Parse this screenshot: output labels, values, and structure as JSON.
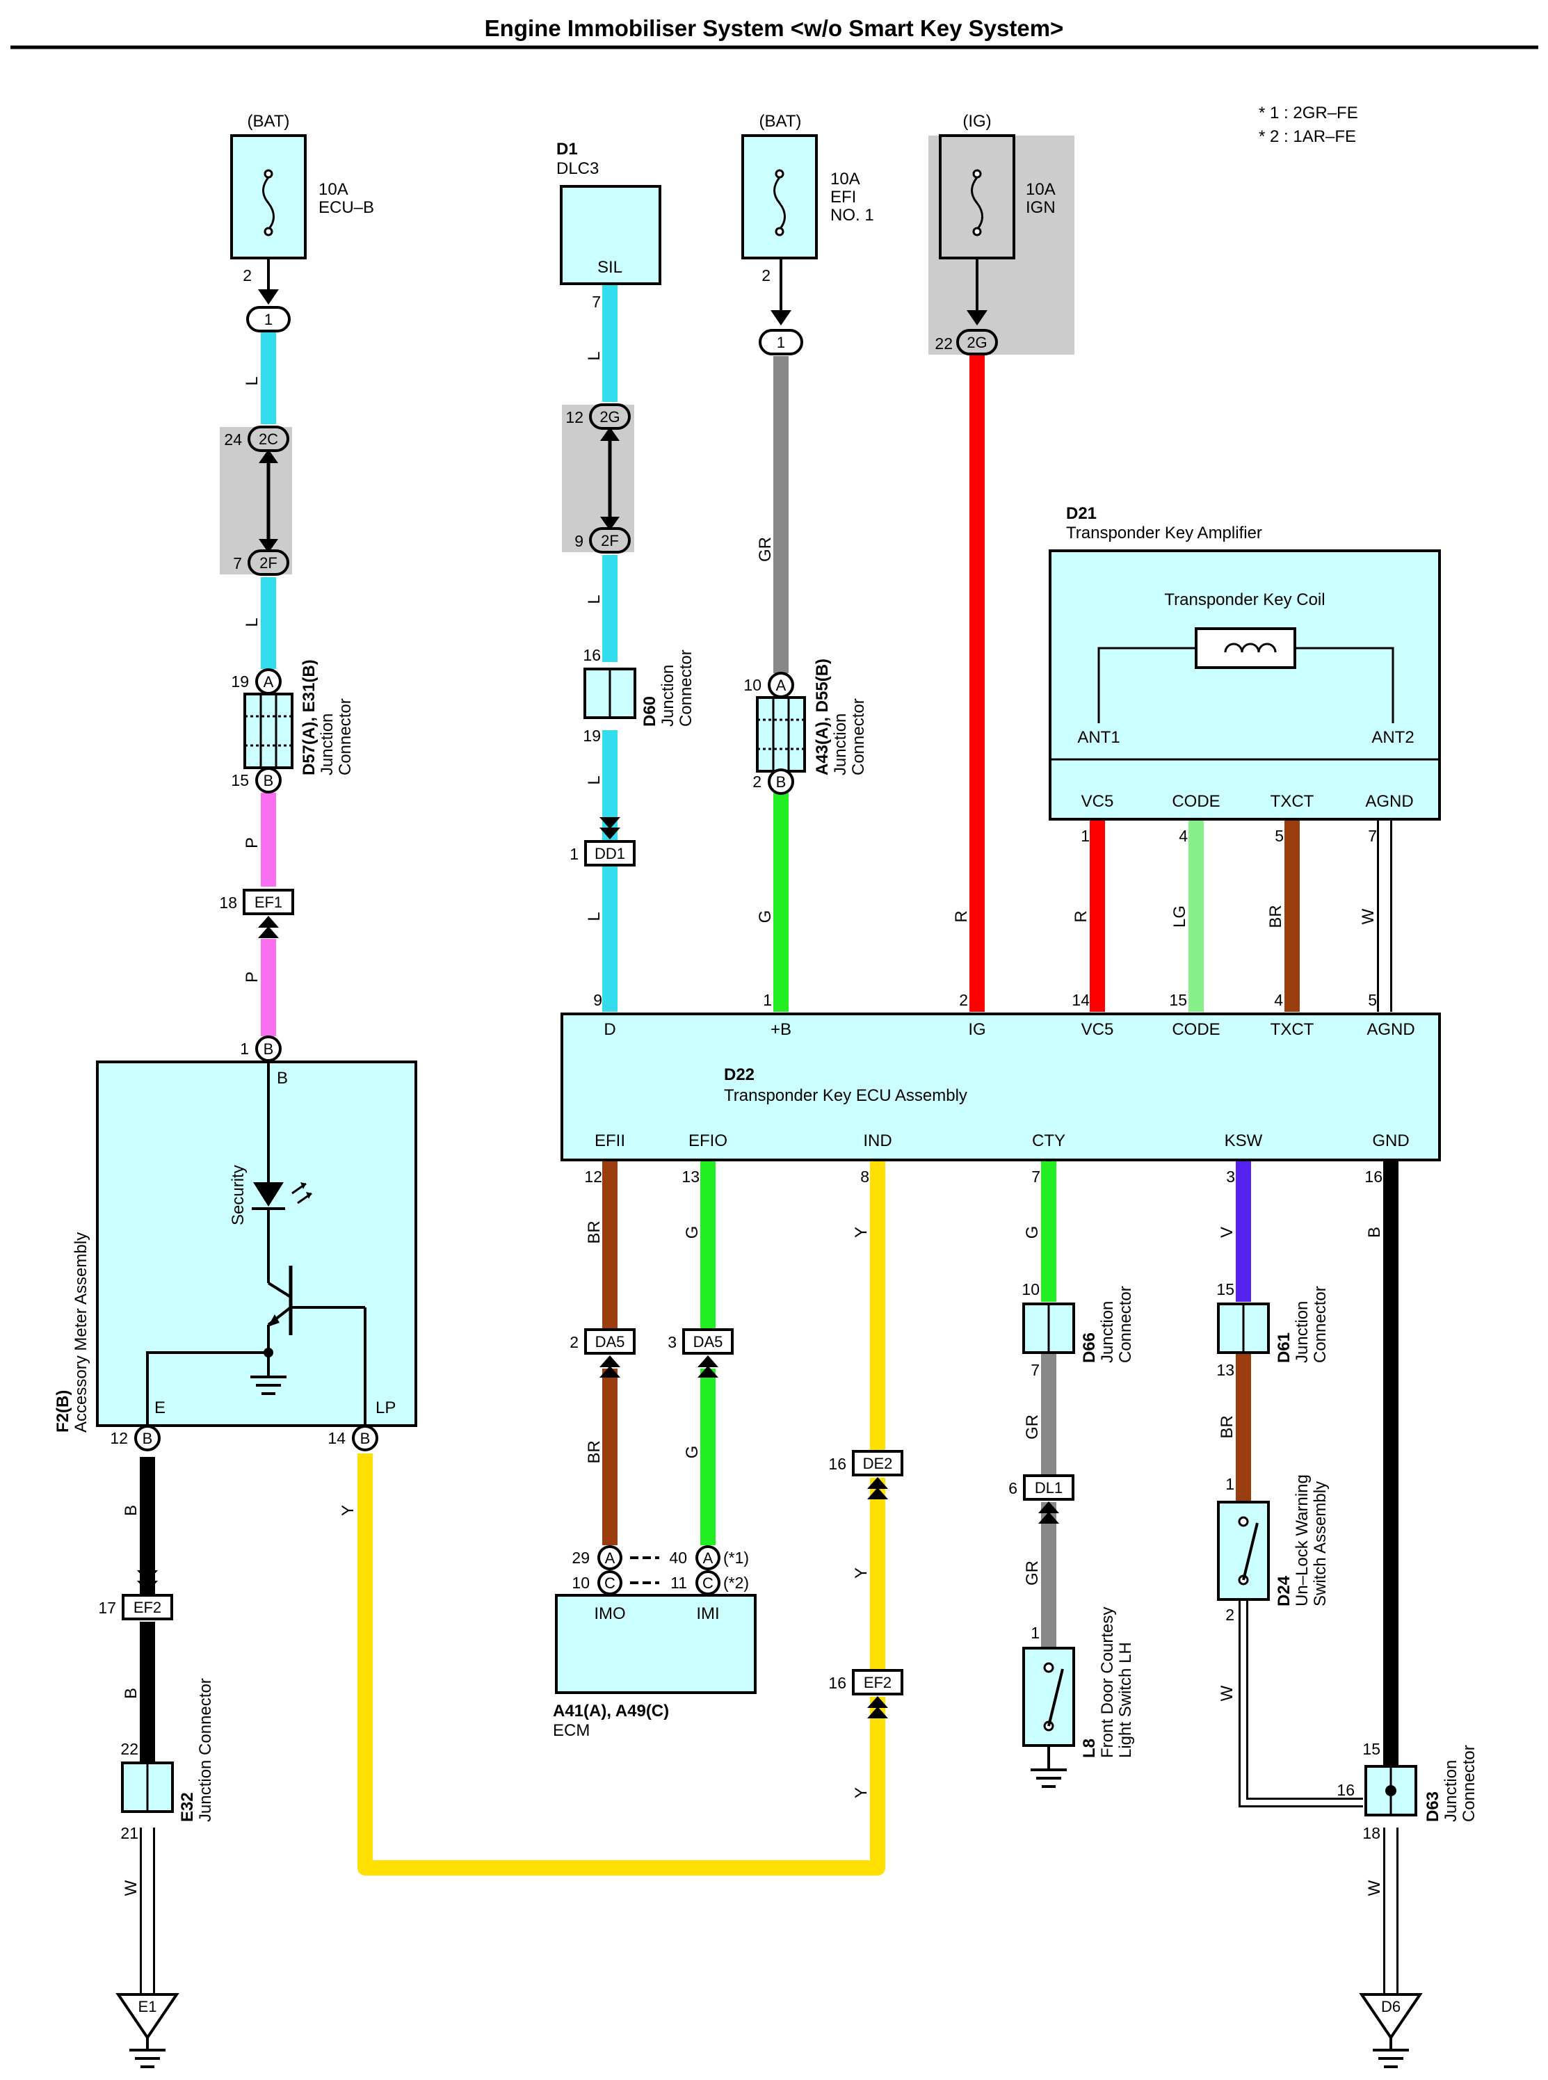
{
  "title": "Engine Immobiliser System <w/o Smart Key System>",
  "notes": [
    "* 1 : 2GR–FE",
    "* 2 : 1AR–FE"
  ],
  "colors": {
    "L": "#33ddee",
    "P": "#f870f0",
    "B": "#000000",
    "Y": "#ffe000",
    "GR": "#888888",
    "G": "#22ee22",
    "R": "#ff0000",
    "LG": "#88f088",
    "BR": "#9a3e10",
    "V": "#5522ee",
    "W": "#ffffff",
    "component": "#ccffff",
    "shade": "#cccccc"
  },
  "fuses": {
    "ecub": {
      "source": "(BAT)",
      "rating": "10A",
      "name": "ECU–B",
      "pin": "2"
    },
    "efi": {
      "source": "(BAT)",
      "rating": "10A",
      "name": "EFI",
      "name2": "NO. 1",
      "pin": "2"
    },
    "ign": {
      "source": "(IG)",
      "rating": "10A",
      "name": "IGN",
      "pin": "22"
    }
  },
  "dlc3": {
    "id": "D1",
    "name": "DLC3",
    "terminal": "SIL",
    "pin": "7"
  },
  "amplifier": {
    "id": "D21",
    "name": "Transponder Key Amplifier",
    "coil": "Transponder Key Coil",
    "ant1": "ANT1",
    "ant2": "ANT2",
    "terminals": [
      {
        "label": "VC5",
        "pin": "1"
      },
      {
        "label": "CODE",
        "pin": "4"
      },
      {
        "label": "TXCT",
        "pin": "5"
      },
      {
        "label": "AGND",
        "pin": "7"
      }
    ]
  },
  "ecu": {
    "id": "D22",
    "name": "Transponder Key ECU Assembly",
    "top": [
      {
        "label": "D",
        "pin": "9"
      },
      {
        "label": "+B",
        "pin": "1"
      },
      {
        "label": "IG",
        "pin": "2"
      },
      {
        "label": "VC5",
        "pin": "14"
      },
      {
        "label": "CODE",
        "pin": "15"
      },
      {
        "label": "TXCT",
        "pin": "4"
      },
      {
        "label": "AGND",
        "pin": "5"
      }
    ],
    "bottom": [
      {
        "label": "EFII",
        "pin": "12"
      },
      {
        "label": "EFIO",
        "pin": "13"
      },
      {
        "label": "IND",
        "pin": "8"
      },
      {
        "label": "CTY",
        "pin": "7"
      },
      {
        "label": "KSW",
        "pin": "3"
      },
      {
        "label": "GND",
        "pin": "16"
      }
    ]
  },
  "meter": {
    "id": "F2(B)",
    "name": "Accessory Meter Assembly",
    "led": "Security",
    "t_b": "B",
    "t_e": "E",
    "t_lp": "LP",
    "pin_b": "1",
    "pin_e": "12",
    "pin_lp": "14",
    "conn": "B"
  },
  "ecm": {
    "id": "A41(A), A49(C)",
    "name": "ECM",
    "imo": "IMO",
    "imi": "IMI",
    "pins": {
      "imo_a": "29",
      "imo_c": "10",
      "imi_a": "40",
      "imi_c": "11",
      "n1": "(*1)",
      "n2": "(*2)"
    }
  },
  "jcs": {
    "d57": {
      "id": "D57(A), E31(B)",
      "name1": "Junction",
      "name2": "Connector",
      "top": "19",
      "bottom": "15"
    },
    "d60": {
      "id": "D60",
      "name1": "Junction",
      "name2": "Connector",
      "top": "16",
      "bottom": "19"
    },
    "a43": {
      "id": "A43(A), D55(B)",
      "name1": "Junction",
      "name2": "Connector",
      "top": "10",
      "bottom": "2"
    },
    "d66": {
      "id": "D66",
      "name1": "Junction",
      "name2": "Connector",
      "top": "10",
      "bottom": "7"
    },
    "d61": {
      "id": "D61",
      "name1": "Junction",
      "name2": "Connector",
      "top": "15",
      "bottom": "13"
    },
    "e32": {
      "id": "E32",
      "name": "Junction Connector",
      "top": "22",
      "bottom": "21"
    },
    "d63": {
      "id": "D63",
      "name1": "Junction",
      "name2": "Connector",
      "top": "15",
      "side": "16",
      "bottom": "18"
    }
  },
  "switches": {
    "l8": {
      "id": "L8",
      "name1": "Front Door Courtesy",
      "name2": "Light Switch LH",
      "pin": "1"
    },
    "d24": {
      "id": "D24",
      "name1": "Un–Lock Warning",
      "name2": "Switch Assembly",
      "top": "1",
      "bottom": "2"
    }
  },
  "grounds": {
    "e1": "E1",
    "d6": "D6"
  },
  "connectors": {
    "c2c": {
      "label": "2C",
      "pin": "24"
    },
    "c2f_a": {
      "label": "2F",
      "pin": "7"
    },
    "c2g_b": {
      "label": "2G",
      "pin": "12"
    },
    "c2f_b": {
      "label": "2F",
      "pin": "9"
    },
    "dd1": {
      "label": "DD1",
      "pin": "1"
    },
    "ef1": {
      "label": "EF1",
      "pin": "18"
    },
    "ef2_left": {
      "label": "EF2",
      "pin": "17"
    },
    "ef2_right": {
      "label": "EF2",
      "pin": "16"
    },
    "da5_a": {
      "label": "DA5",
      "pin": "2"
    },
    "da5_b": {
      "label": "DA5",
      "pin": "3"
    },
    "de2": {
      "label": "DE2",
      "pin": "16"
    },
    "dl1": {
      "label": "DL1",
      "pin": "6"
    },
    "c2g_ign": {
      "label": "2G"
    },
    "c1_a": {
      "label": "1"
    },
    "c1_b": {
      "label": "1"
    },
    "ja": {
      "label": "A"
    },
    "jb": {
      "label": "B"
    },
    "jc": {
      "label": "C"
    }
  },
  "wires": {
    "L": "L",
    "P": "P",
    "B": "B",
    "Y": "Y",
    "GR": "GR",
    "G": "G",
    "R": "R",
    "LG": "LG",
    "BR": "BR",
    "V": "V",
    "W": "W"
  }
}
